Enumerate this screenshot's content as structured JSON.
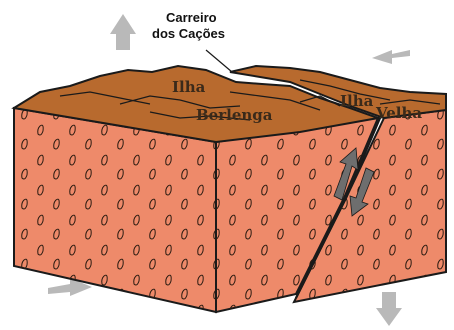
{
  "labels": {
    "channel_line1": "Carreiro",
    "channel_line2": "dos Cações",
    "island_a_line1": "Ilha",
    "island_a_line2": "Berlenga",
    "island_b_line1": "Ilha",
    "island_b_line2": "Velha"
  },
  "colors": {
    "block_side": "#ee8a6a",
    "block_top": "#b86a2e",
    "outline": "#1a1a1a",
    "arrow_gray": "#b9b9b9",
    "arrow_dark": "#6e6e6e",
    "pattern": "#2a1a10"
  }
}
